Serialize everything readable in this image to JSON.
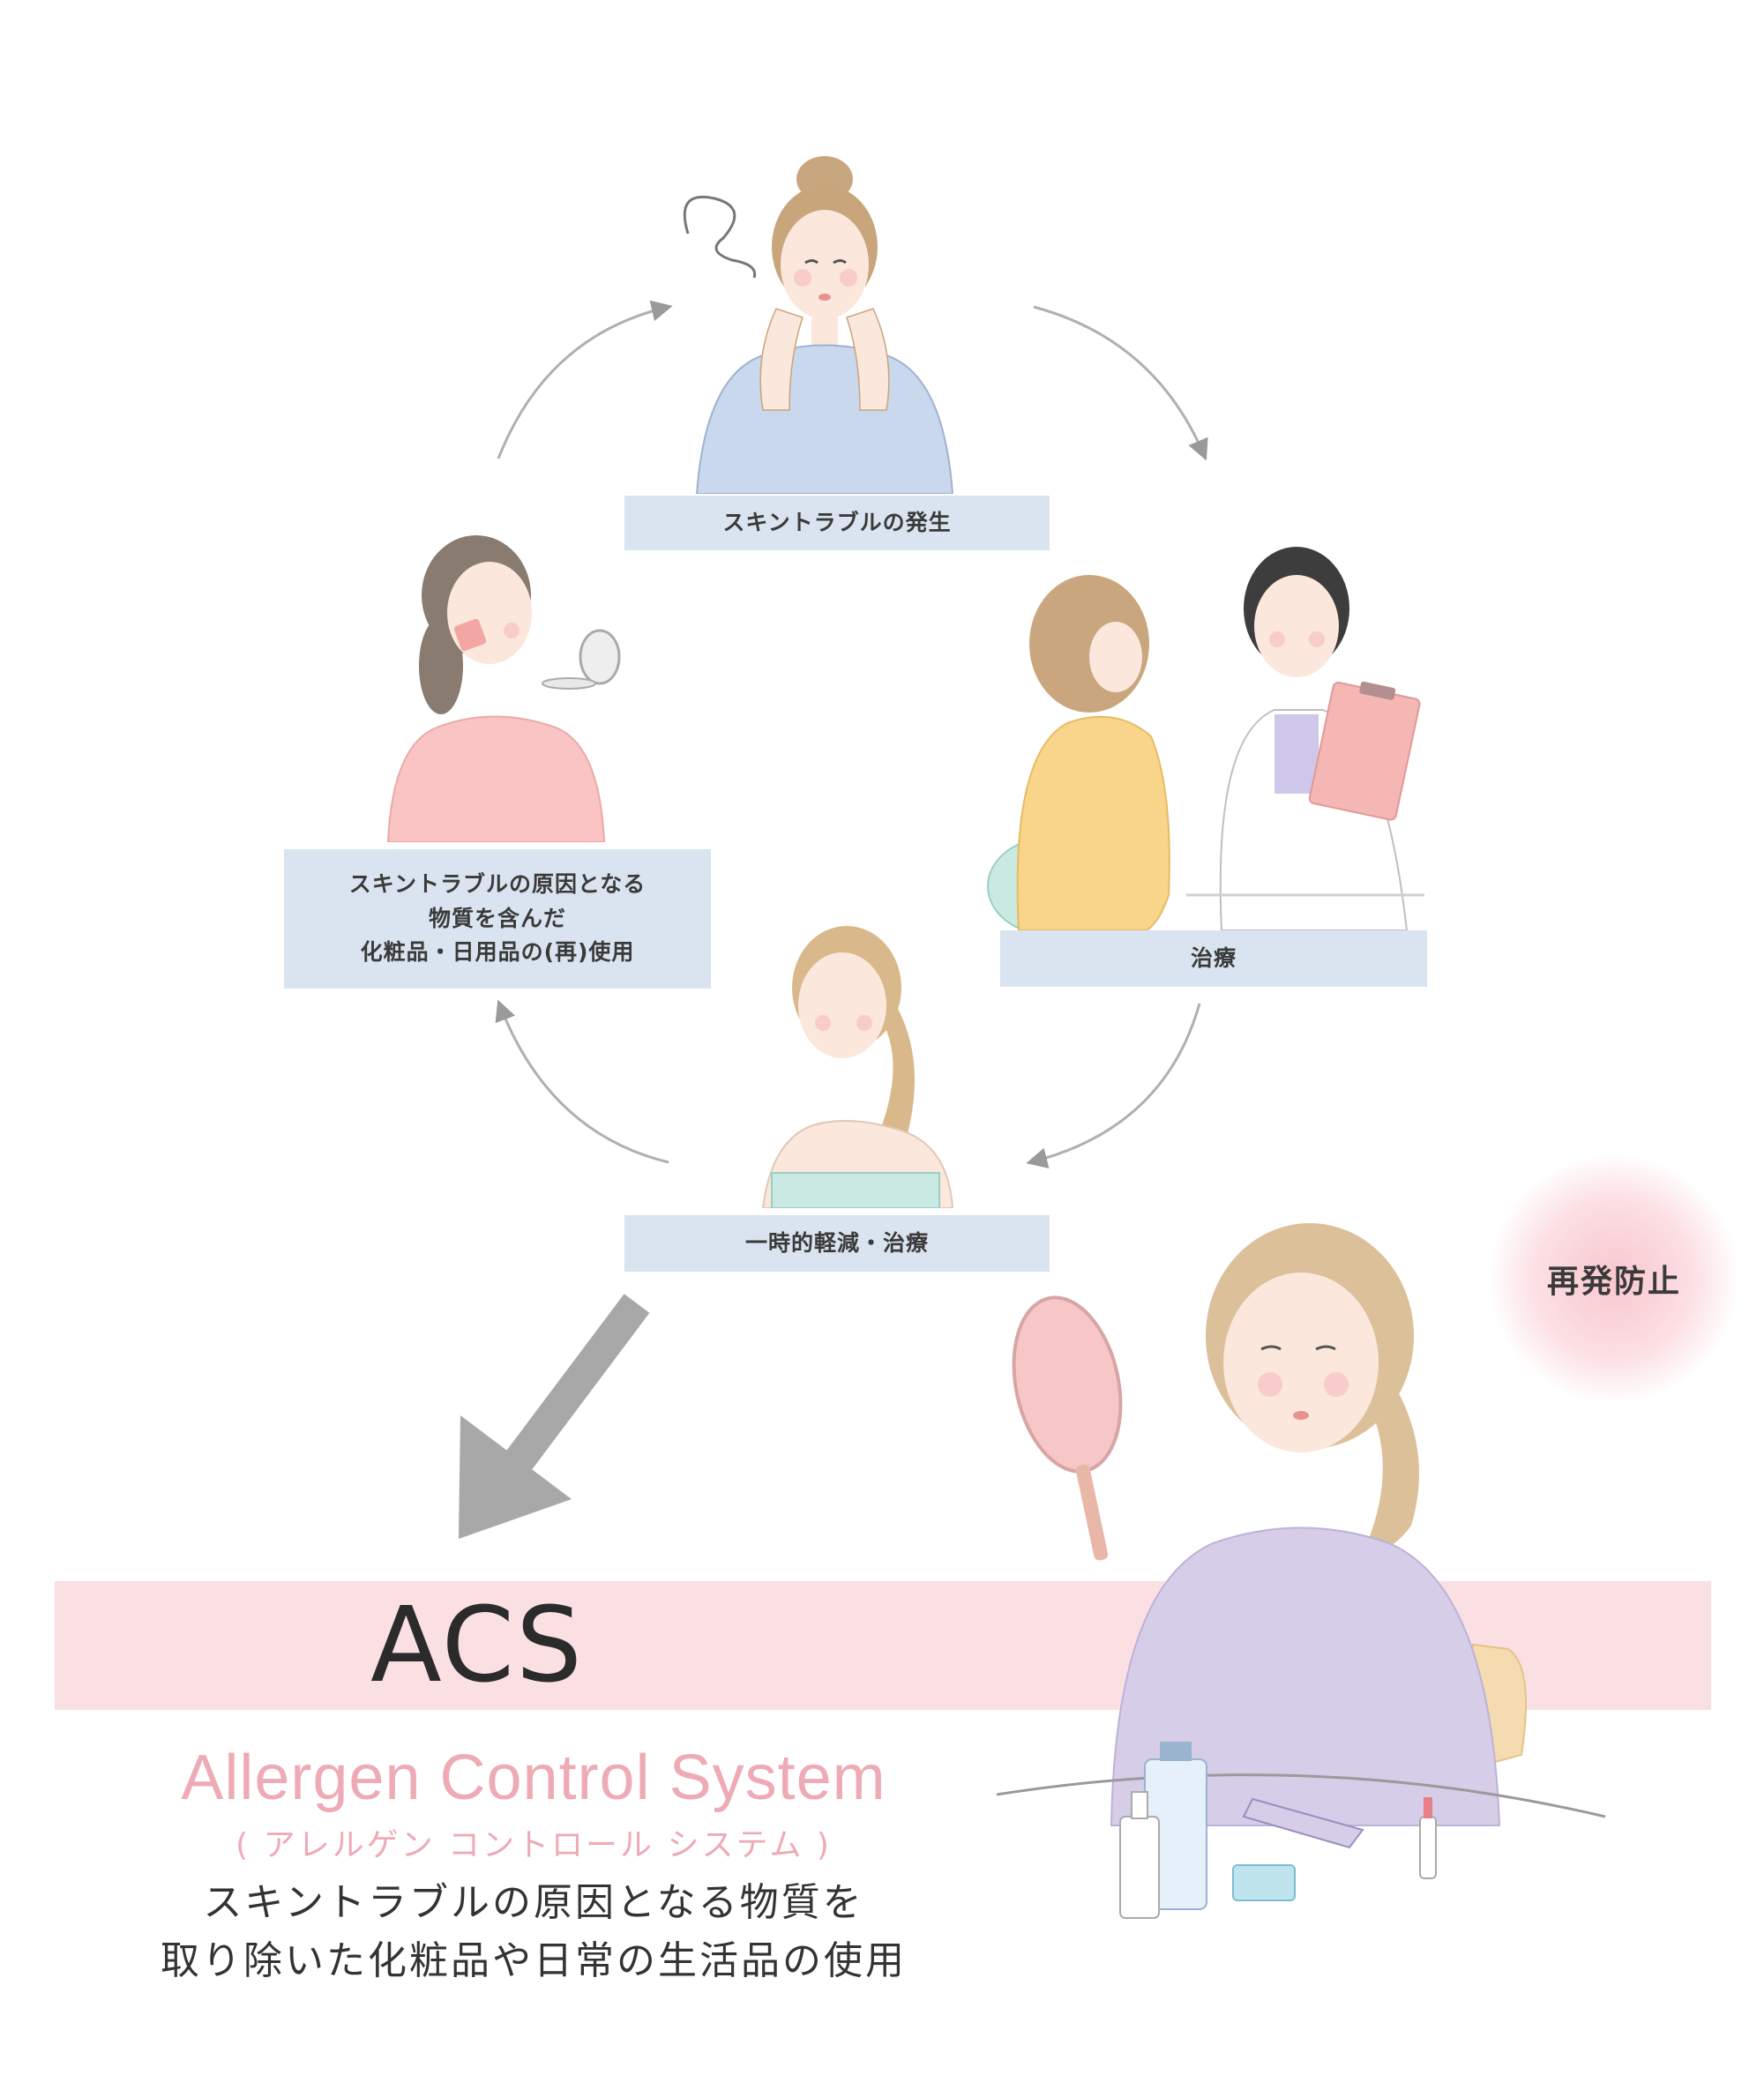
{
  "cycle": {
    "steps": [
      {
        "lines": [
          "スキントラブルの発生"
        ]
      },
      {
        "lines": [
          "治療"
        ]
      },
      {
        "lines": [
          "一時的軽減・治療"
        ]
      },
      {
        "lines": [
          "スキントラブルの原因となる",
          "物質を含んだ",
          "化粧品・日用品の(再)使用"
        ]
      }
    ]
  },
  "bubble": {
    "label": "再発防止"
  },
  "acs": {
    "title": "ACS",
    "english": "Allergen Control System",
    "kana": "( アレルゲン コントロール システム )",
    "description": [
      "スキントラブルの原因となる物質を",
      "取り除いた化粧品や日常の生活品の使用"
    ]
  },
  "colors": {
    "label_bg": "#dae4f0",
    "band_pink": "#fadfe3",
    "accent_pink": "#eeaab5",
    "arrow_gray": "#a8a8a8"
  }
}
